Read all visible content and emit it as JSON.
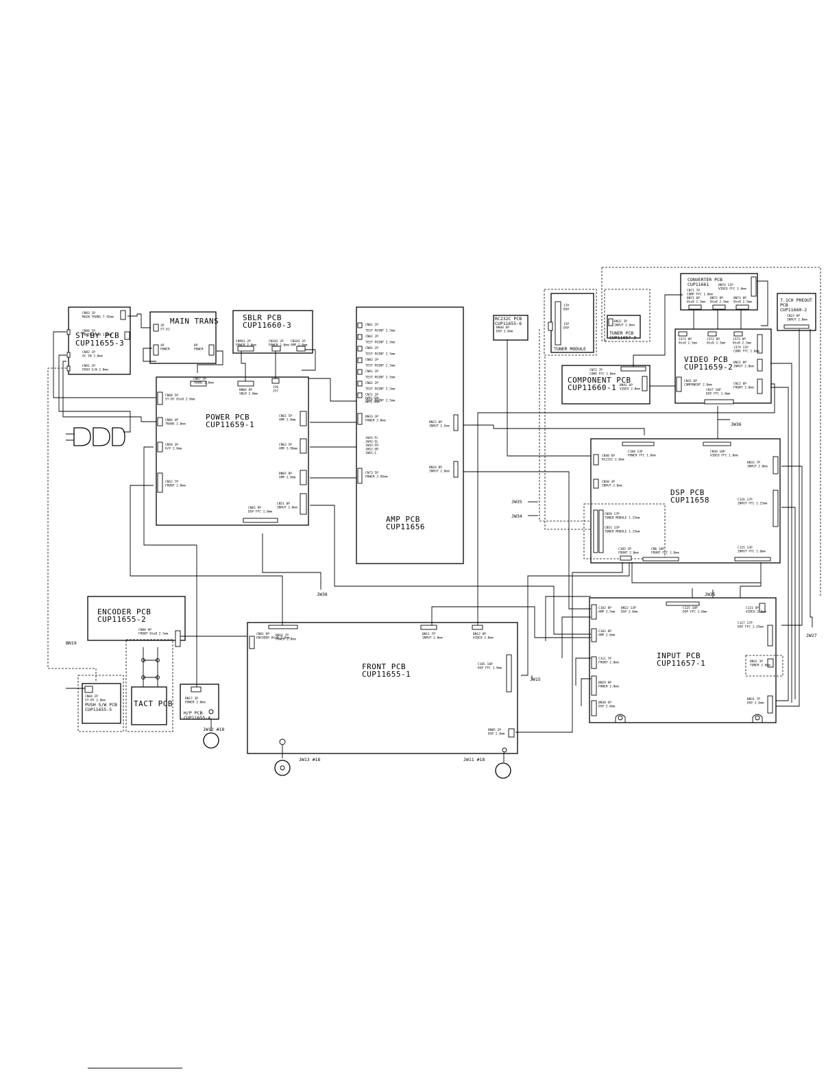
{
  "boards": {
    "stby": [
      "ST-BY PCB",
      "CUP11655-3"
    ],
    "main_trans": [
      "MAIN TRANS"
    ],
    "sblr": [
      "SBLR PCB",
      "CUP11660-3"
    ],
    "power": [
      "POWER PCB",
      "CUP11659-1"
    ],
    "amp": [
      "AMP PCB",
      "CUP11656"
    ],
    "rc232c": [
      "RC232C PCB",
      "CUP11655-6"
    ],
    "tuner_module": [
      "TUNER MODULE"
    ],
    "tuner": [
      "TUNER PCB",
      "CUP11657-3"
    ],
    "converter": [
      "CONVERTER PCB",
      "CUP11661"
    ],
    "preout": [
      "7.1CH PREOUT",
      "PCB",
      "CUP11660-2"
    ],
    "component": [
      "COMPONENT PCB",
      "CUP11660-1"
    ],
    "video": [
      "VIDEO PCB",
      "CUP11659-2"
    ],
    "dsp": [
      "DSP PCB",
      "CUP11658"
    ],
    "encoder": [
      "ENCODER PCB",
      "CUP11655-2"
    ],
    "front": [
      "FRONT PCB",
      "CUP11655-1"
    ],
    "input": [
      "INPUT PCB",
      "CUP11657-1"
    ],
    "tact": [
      "TACT PCB"
    ],
    "push_sw": [
      "PUSH S/W PCB",
      "CUP11655-5"
    ],
    "hp": [
      "H/P PCB",
      "CUP11655-4"
    ]
  },
  "connectors": {
    "cn93": [
      "CN93 2P",
      "MAIN TRANS 7.92mm"
    ],
    "cn98": [
      "CN98 5P",
      "POWER 8to8 2.0mm"
    ],
    "cn92": [
      "CN92 2P",
      "AC IN 2.0mm"
    ],
    "cn91": [
      "CN91 2P",
      "PUSH S/W 2.0mm"
    ],
    "st61": [
      "3P",
      "ST-61"
    ],
    "mt_4p": [
      "4P",
      "POWER"
    ],
    "mt_8p": [
      "8P",
      "POWER"
    ],
    "cn981": [
      "CN981 2P",
      "POWER 2.0mm"
    ],
    "cn182": [
      "CN182 2P",
      "POWER 2.0mm"
    ],
    "cn183": [
      "CN183 2P",
      "AMP 2.0mm"
    ],
    "cn67": [
      "CN67 5P",
      "TRANS 2.0mm"
    ],
    "bn84": [
      "BN84 8P",
      "SBLR 2.0mm"
    ],
    "j56": [
      "J56",
      "J57"
    ],
    "cn68": [
      "CN68 5P",
      "ST-BY 8to8 2.0mm"
    ],
    "cn66": [
      "CN66 4P",
      "TRANS 2.0mm"
    ],
    "cn58": [
      "CN58 3P",
      "H/P 2.0mm"
    ],
    "cn52": [
      "CN52 7P",
      "FRONT 2.0mm"
    ],
    "cn61": [
      "CN61 5P",
      "AMP 2.0mm"
    ],
    "cn63": [
      "CN63 5P",
      "AMP 3.96mm"
    ],
    "bn65": [
      "BN65 8P",
      "AMP 2.0mm"
    ],
    "cn51": [
      "CN51 8P",
      "INPUT 2.0mm"
    ],
    "cn65": [
      "CN65 9P",
      "DSP FFC 1.0mm"
    ],
    "amp_tp": [
      "CN61 2P",
      "TEST POINT 2.5mm",
      "CN62 2P",
      "TEST POINT 2.5mm",
      "CN81 2P",
      "TEST POINT 2.5mm",
      "CN82 2P",
      "TEST POINT 2.5mm",
      "CN61 2P",
      "TEST POINT 2.5mm",
      "CN62 2P",
      "TEST POINT 2.5mm",
      "CN71 2P",
      "TEST POINT 2.5mm"
    ],
    "jw_sbl": [
      "JW92:SBL",
      "JW71:SBR"
    ],
    "bn33": [
      "BN33 3P",
      "POWER 2.0mm"
    ],
    "jw_fl": [
      "JW41:FL",
      "JW42:SL",
      "JW43:FR",
      "JW52:SR",
      "JW61:C"
    ],
    "cn73": [
      "CN73 5P",
      "POWER 3.96mm"
    ],
    "bn23": [
      "BN23 8P",
      "INPUT 2.5mm"
    ],
    "bn24": [
      "BN24 8P",
      "INPUT 2.0mm"
    ],
    "bn40": [
      "BN40 6P",
      "DSP 2.0mm"
    ],
    "tm_17p": [
      "17P",
      "DSP"
    ],
    "tm_15p": [
      "15P",
      "DSP"
    ],
    "bn32": [
      "BN32 3P",
      "INPUT 2.0mm"
    ],
    "cn71": [
      "CN71 7P",
      "COMP FFC 1.0mm"
    ],
    "bn74": [
      "BN74 11P",
      "VIDEO FFC 1.0mm"
    ],
    "bn71": [
      "BN71 8P",
      "8to8 2.5mm"
    ],
    "bn72": [
      "BN72 8P",
      "8to8 2.5mm"
    ],
    "bn73": [
      "BN73 8P",
      "8to8 2.5mm"
    ],
    "cn23": [
      "CN23 8P",
      "INPUT 2.0mm"
    ],
    "j371": [
      "J371 8P",
      "8to8 2.5mm"
    ],
    "j372": [
      "J372 8P",
      "8to8 2.5mm"
    ],
    "j373": [
      "J373 8P",
      "8to8 2.5mm"
    ],
    "j374": [
      "J374 11P",
      "CONV FFC 1.0mm"
    ],
    "cn72": [
      "CN72 7P",
      "CONV FFC 1.0mm"
    ],
    "bn41": [
      "BN41 6P",
      "VIDEO 2.0mm"
    ],
    "cn41": [
      "CN41 6P",
      "COMPONENT 2.0mm"
    ],
    "cn37": [
      "CN37 10P",
      "DSP FFC 1.0mm"
    ],
    "bn21": [
      "BN21 8P",
      "INPUT 2.0mm"
    ],
    "cn12": [
      "CN12 8P",
      "FRONT 2.0mm"
    ],
    "c108": [
      "C108 13P",
      "POWER FFC 1.0mm"
    ],
    "cn36": [
      "CN36 10P",
      "VIDEO FFC 1.0mm"
    ],
    "cn40": [
      "CN40 6P",
      "RC232C 2.0mm"
    ],
    "cn30": [
      "CN30 3P",
      "INPUT 2.0mm"
    ],
    "bn33_dsp": [
      "BN33 7P",
      "INPUT 2.0mm"
    ],
    "c126": [
      "C126 17P",
      "INPUT FFC 1.25mm"
    ],
    "cn58_dsp": [
      "CN58 17P",
      "TUNER MODULE 1.25mm"
    ],
    "cn51_dsp": [
      "CN51 15P",
      "TUNER MODULE 1.25mm"
    ],
    "c105": [
      "C105 2P",
      "FRONT 2.0mm"
    ],
    "cn6_dsp": [
      "CN6 18P",
      "FRONT FFC 1.0mm"
    ],
    "c125": [
      "C125 13P",
      "INPUT FFC 1.0mm"
    ],
    "cn88": [
      "CN88 9P",
      "FRONT 8to8 2.5mm"
    ],
    "cn81_front": [
      "CN81 9P",
      "ENCODER 8to8 2.5mm"
    ],
    "bn16": [
      "BN16 7P",
      "POWER 2.0mm"
    ],
    "bn11": [
      "BN11 7P",
      "INPUT 2.0mm"
    ],
    "bn12": [
      "BN12 8P",
      "VIDEO 2.0mm"
    ],
    "c105_front": [
      "C105 18P",
      "DSP FFC 1.0mm"
    ],
    "bn85": [
      "BN85 2P",
      "DSP 2.0mm"
    ],
    "cn68_sw": [
      "CN68 2P",
      "ST-BY 2.0mm"
    ],
    "bn17": [
      "BN17 3P",
      "POWER 2.0mm"
    ],
    "c102": [
      "C102 8P",
      "AMP 2.5mm"
    ],
    "bn22": [
      "BN22 13P",
      "DSP 2.0mm"
    ],
    "c125_in": [
      "C125 18P",
      "DSP FFC 1.0mm"
    ],
    "c121": [
      "C121 6P",
      "VIDEO 2.0mm"
    ],
    "c101": [
      "C101 8P",
      "AMP 2.0mm"
    ],
    "c127": [
      "C127 17P",
      "DSP FFC 1.25mm"
    ],
    "c111": [
      "C111 7P",
      "FRONT 2.0mm"
    ],
    "bn32_in": [
      "BN32 3P",
      "TUNER 2.0mm"
    ],
    "bn29": [
      "BN29 8P",
      "POWER 2.0mm"
    ],
    "bn30": [
      "BN30 6P",
      "DSP 2.0mm"
    ],
    "bn31": [
      "BN31 7P",
      "DSP 2.0mm"
    ]
  },
  "jumpers": {
    "jw35": "JW35",
    "jw34": "JW34",
    "jw36": "JW36",
    "jw38": "JW38",
    "jw25": "JW25",
    "jw27": "JW27",
    "jw15": "JW15",
    "bn19": "BN19",
    "jw12": "JW12 #18",
    "jw13": "JW13 #18",
    "jw11": "JW11 #18"
  }
}
